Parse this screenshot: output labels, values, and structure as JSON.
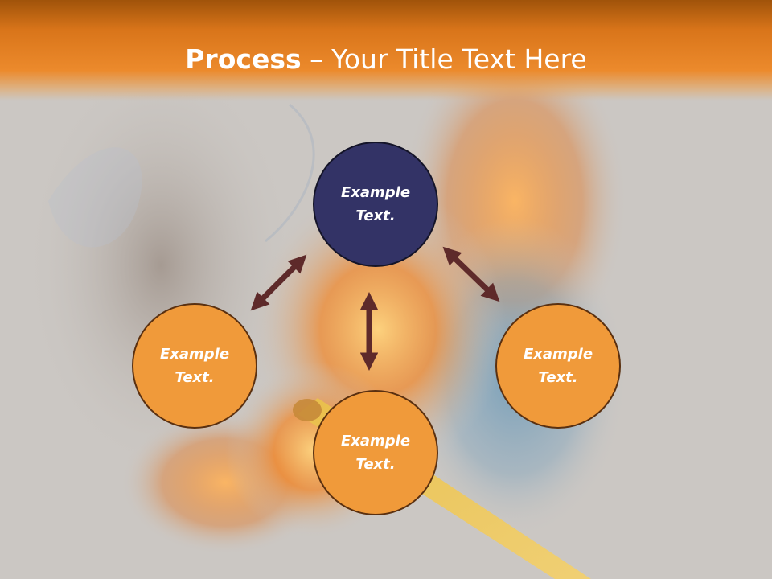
{
  "title": {
    "bold": "Process",
    "separator": " – ",
    "rest": "Your Title Text Here"
  },
  "nodes": {
    "top": {
      "line1": "Example",
      "line2": "Text."
    },
    "left": {
      "line1": "Example",
      "line2": "Text."
    },
    "right": {
      "line1": "Example",
      "line2": "Text."
    },
    "bottom": {
      "line1": "Example",
      "line2": "Text."
    }
  },
  "colors": {
    "header_orange": "#ec8a2c",
    "node_dark": "#333366",
    "node_orange": "#f09a3a",
    "arrow": "#5e2a2a"
  }
}
